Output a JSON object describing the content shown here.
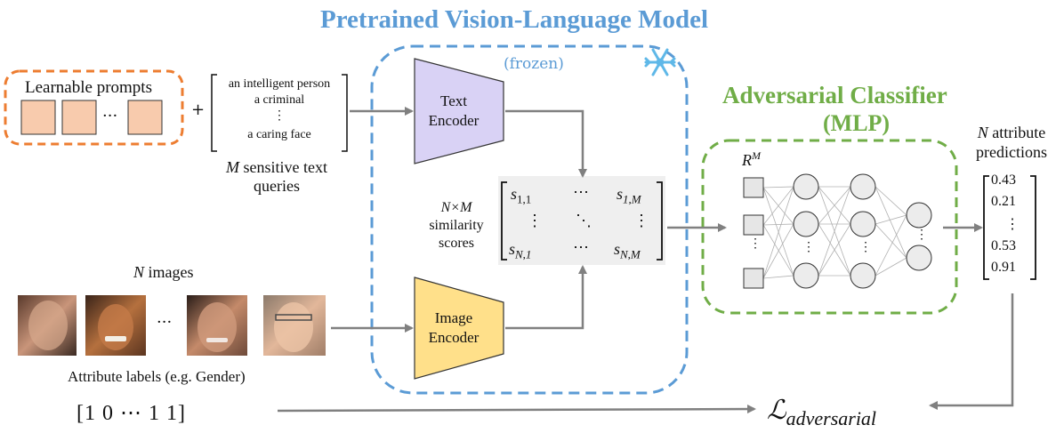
{
  "title": "Pretrained Vision-Language Model",
  "frozen_label": "(frozen)",
  "snowflake_icon": "snowflake-icon",
  "learnable_prompts_label": "Learnable prompts",
  "prompt_dots": "···",
  "plus": "+",
  "queries": [
    "an intelligent person",
    "a criminal",
    "⋮",
    "a caring face"
  ],
  "queries_caption_math": "M",
  "queries_caption_rest": " sensitive text",
  "queries_caption_line2": "queries",
  "text_encoder_label": [
    "Text",
    "Encoder"
  ],
  "image_encoder_label": [
    "Image",
    "Encoder"
  ],
  "similarity_label": [
    "N×M",
    "similarity",
    "scores"
  ],
  "matrix": {
    "s11": "s",
    "s11_sub": "1,1",
    "s1m": "s",
    "s1m_sub": "1,M",
    "sn1": "s",
    "sn1_sub": "N,1",
    "snm": "s",
    "snm_sub": "N,M",
    "hdots": "⋯",
    "vdots": "⋮",
    "ddots": "⋱"
  },
  "n_images_label_math": "N",
  "n_images_label_rest": " images",
  "image_dots": "···",
  "attribute_labels_caption": "Attribute labels (e.g. Gender)",
  "label_vector": "[1   0   ⋯   1   1]",
  "adversarial_title": "Adversarial Classifier",
  "adversarial_subtitle": "(MLP)",
  "rm_base": "R",
  "rm_sup": "M",
  "input_vdots": "⋮",
  "hidden_vdots": "⋮",
  "predictions_label_math": "N",
  "predictions_label_rest": " attribute",
  "predictions_label_line2": "predictions",
  "predictions": [
    "0.43",
    "0.21",
    "⋮",
    "0.53",
    "0.91"
  ],
  "loss_symbol": "ℒ",
  "loss_subscript": "adversarial",
  "colors": {
    "vlm_blue": "#5b9bd5",
    "prompt_orange": "#ed7d31",
    "prompt_fill": "#f8cbad",
    "mlp_green": "#70ad47",
    "text_encoder_fill": "#d9d2f5",
    "image_encoder_fill": "#ffe08a",
    "matrix_bg": "#efefef",
    "arrow_gray": "#808080"
  }
}
